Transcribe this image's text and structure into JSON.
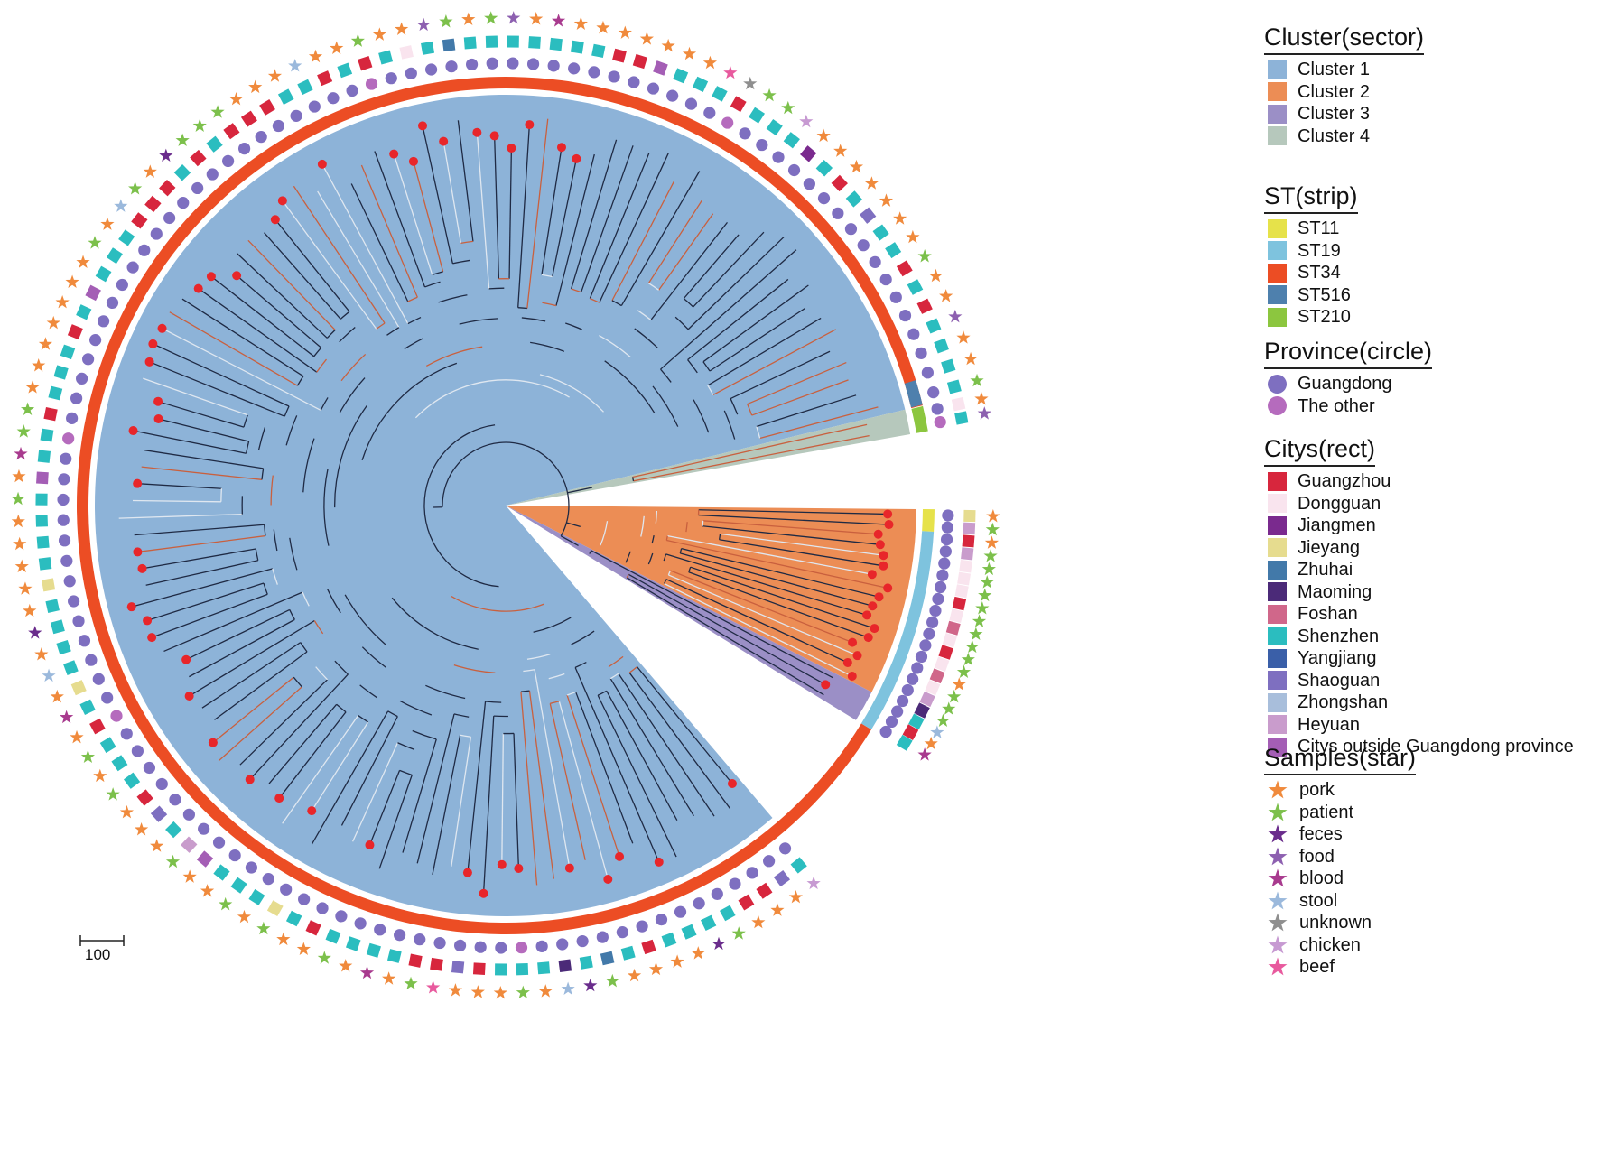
{
  "chart_data": {
    "type": "phylogenetic-tree",
    "layout": "circular",
    "scale_bar": "100",
    "clusters": [
      {
        "name": "Cluster 1",
        "color": "#8db3d8",
        "tips": 112
      },
      {
        "name": "Cluster 2",
        "color": "#ec8d55",
        "tips": 17
      },
      {
        "name": "Cluster 3",
        "color": "#9b8fc6",
        "tips": 3
      },
      {
        "name": "Cluster 4",
        "color": "#b6c8bc",
        "tips": 2
      }
    ],
    "highlighted_tips": 62,
    "highlight_color": "#e8262a"
  },
  "legend": {
    "cluster": {
      "title": "Cluster(sector)",
      "items": [
        {
          "label": "Cluster 1",
          "color": "#8db3d8"
        },
        {
          "label": "Cluster 2",
          "color": "#ec8d55"
        },
        {
          "label": "Cluster 3",
          "color": "#9b8fc6"
        },
        {
          "label": "Cluster 4",
          "color": "#b6c8bc"
        }
      ]
    },
    "st": {
      "title": "ST(strip)",
      "items": [
        {
          "label": "ST11",
          "color": "#e6e24a"
        },
        {
          "label": "ST19",
          "color": "#7ec3de"
        },
        {
          "label": "ST34",
          "color": "#ec4d24"
        },
        {
          "label": "ST516",
          "color": "#4e80ad"
        },
        {
          "label": "ST210",
          "color": "#8cc63f"
        }
      ]
    },
    "province": {
      "title": "Province(circle)",
      "items": [
        {
          "label": "Guangdong",
          "color": "#7e6fc0"
        },
        {
          "label": "The other",
          "color": "#b56bbd"
        }
      ]
    },
    "citys": {
      "title": "Citys(rect)",
      "items": [
        {
          "label": "Guangzhou",
          "color": "#d7263d"
        },
        {
          "label": "Dongguan",
          "color": "#f9e4ee"
        },
        {
          "label": "Jiangmen",
          "color": "#7a2a8e"
        },
        {
          "label": "Jieyang",
          "color": "#e6dc8f"
        },
        {
          "label": "Zhuhai",
          "color": "#4279a9"
        },
        {
          "label": "Maoming",
          "color": "#4b2a78"
        },
        {
          "label": "Foshan",
          "color": "#d0678a"
        },
        {
          "label": "Shenzhen",
          "color": "#2bbdbf"
        },
        {
          "label": "Yangjiang",
          "color": "#3a5fa8"
        },
        {
          "label": "Shaoguan",
          "color": "#7e6fc0"
        },
        {
          "label": "Zhongshan",
          "color": "#a8bedb"
        },
        {
          "label": "Heyuan",
          "color": "#c99ccc"
        },
        {
          "label": "Citys outside Guangdong province",
          "color": "#a45eb5"
        }
      ]
    },
    "samples": {
      "title": "Samples(star)",
      "items": [
        {
          "label": "pork",
          "color": "#f08a3c"
        },
        {
          "label": "patient",
          "color": "#7cc04b"
        },
        {
          "label": "feces",
          "color": "#6a2c8c"
        },
        {
          "label": "food",
          "color": "#8d60b0"
        },
        {
          "label": "blood",
          "color": "#a83a8e"
        },
        {
          "label": "stool",
          "color": "#9bb9dc"
        },
        {
          "label": "unknown",
          "color": "#8f8f8f"
        },
        {
          "label": "chicken",
          "color": "#c79ad2"
        },
        {
          "label": "beef",
          "color": "#e85a9e"
        }
      ]
    }
  }
}
